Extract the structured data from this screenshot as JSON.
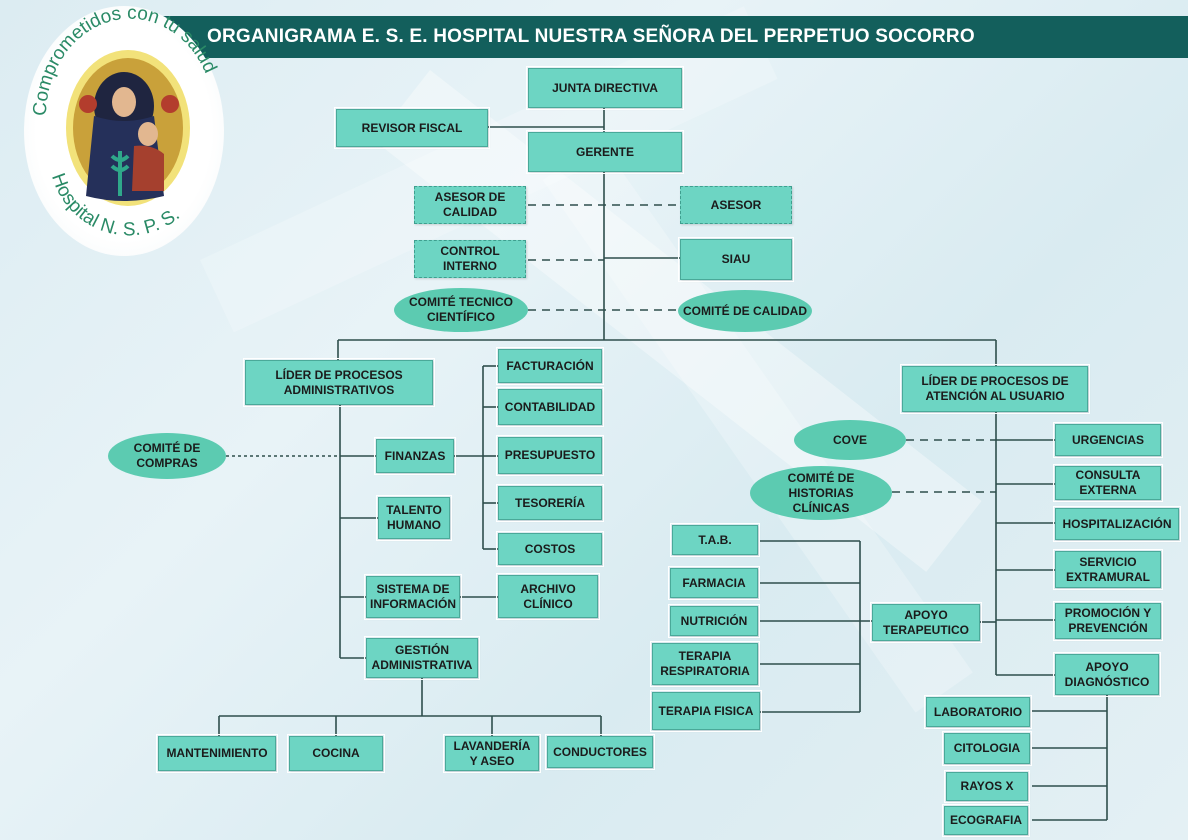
{
  "title": "ORGANIGRAMA  E. S. E. HOSPITAL NUESTRA SEÑORA DEL PERPETUO SOCORRO",
  "logo": {
    "top_text": "Comprometidos con tu salud",
    "bottom_text": "Hospital N. S. P. S."
  },
  "colors": {
    "header": "#135f5c",
    "box": "#6dd5c3",
    "oval": "#5ccbb1",
    "line": "#2e4e4c"
  },
  "nodes": {
    "junta": "JUNTA DIRECTIVA",
    "revisor": "REVISOR FISCAL",
    "gerente": "GERENTE",
    "asesor_calidad": "ASESOR DE CALIDAD",
    "asesor": "ASESOR",
    "control": "CONTROL INTERNO",
    "siau": "SIAU",
    "comite_tecnico": "COMITÉ TECNICO CIENTÍFICO",
    "comite_calidad": "COMITÉ DE CALIDAD",
    "lider_admin": "LÍDER DE PROCESOS ADMINISTRATIVOS",
    "comite_compras": "COMITÉ DE COMPRAS",
    "finanzas": "FINANZAS",
    "facturacion": "FACTURACIÓN",
    "contabilidad": "CONTABILIDAD",
    "presupuesto": "PRESUPUESTO",
    "tesoreria": "TESORERÍA",
    "costos": "COSTOS",
    "talento": "TALENTO HUMANO",
    "sistema": "SISTEMA DE INFORMACIÓN",
    "archivo": "ARCHIVO CLÍNICO",
    "gestion": "GESTIÓN ADMINISTRATIVA",
    "mantenimiento": "MANTENIMIENTO",
    "cocina": "COCINA",
    "lavanderia": "LAVANDERÍA Y ASEO",
    "conductores": "CONDUCTORES",
    "lider_atencion": "LÍDER DE PROCESOS DE ATENCIÓN AL USUARIO",
    "cove": "COVE",
    "comite_historias": "COMITÉ DE HISTORIAS CLÍNICAS",
    "urgencias": "URGENCIAS",
    "consulta": "CONSULTA EXTERNA",
    "hospitalizacion": "HOSPITALIZACIÓN",
    "extramural": "SERVICIO EXTRAMURAL",
    "promocion": "PROMOCIÓN Y PREVENCIÓN",
    "apoyo_diag": "APOYO DIAGNÓSTICO",
    "apoyo_terap": "APOYO TERAPEUTICO",
    "tab": "T.A.B.",
    "farmacia": "FARMACIA",
    "nutricion": "NUTRICIÓN",
    "terapia_resp": "TERAPIA RESPIRATORIA",
    "terapia_fisica": "TERAPIA FISICA",
    "laboratorio": "LABORATORIO",
    "citologia": "CITOLOGIA",
    "rayos": "RAYOS X",
    "ecografia": "ECOGRAFIA"
  }
}
